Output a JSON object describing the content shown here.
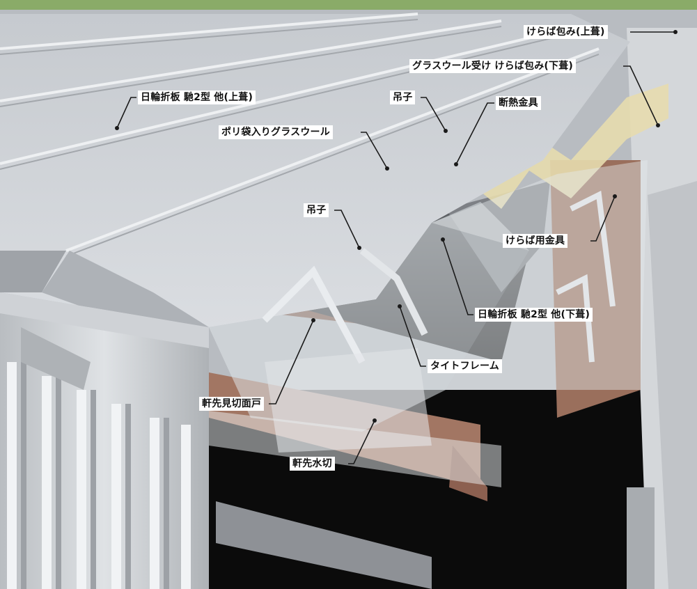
{
  "colors": {
    "top_band": "#8aab68",
    "background": "#ffffff",
    "label_bg": "#ffffff",
    "label_text": "#111111",
    "leader_line": "#1a1a1a",
    "roof_metal": "#c9cdd2",
    "glass_wool": "#e6d9a6",
    "purlin_brown": "#a0705c",
    "dark_void": "#0d0d0d"
  },
  "labels": {
    "keraba_top": "けらば包み(上葺)",
    "glasswool_keraba_lower": "グラスウール受け けらば包み(下葺)",
    "roof_upper": "日輪折板 馳2型 他(上葺)",
    "hanger_top": "吊子",
    "insulation_fitting": "断熱金具",
    "poly_glasswool": "ポリ袋入りグラスウール",
    "hanger_mid": "吊子",
    "keraba_fitting": "けらば用金具",
    "roof_lower": "日輪折板 馳2型 他(下葺)",
    "tight_frame": "タイトフレーム",
    "eaves_closure": "軒先見切面戸",
    "eaves_flashing": "軒先水切"
  }
}
